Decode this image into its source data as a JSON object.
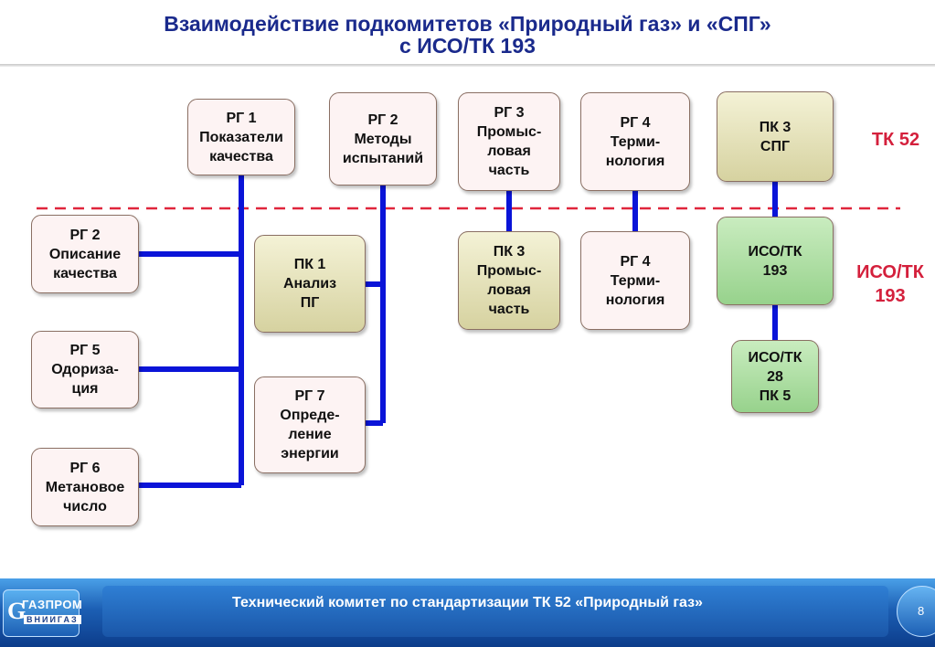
{
  "title": {
    "line1": "Взаимодействие подкомитетов «Природный газ» и «СПГ»",
    "line2": "с ИСО/ТК 193"
  },
  "labels": {
    "tk52": "ТК 52",
    "iso_tk193": "ИСО/ТК\n193"
  },
  "nodes": {
    "rg1_top": "РГ 1\nПоказатели\nкачества",
    "rg2_top": "РГ 2\nМетоды\nиспытаний",
    "rg3_top": "РГ 3\nПромыс-\nловая\nчасть",
    "rg4_top": "РГ 4\nТерми-\nнология",
    "pk3_spg": "ПК 3\nСПГ",
    "rg2_desc": "РГ 2\nОписание\nкачества",
    "rg5_odor": "РГ 5\nОдориза-\nция",
    "rg6_methane": "РГ 6\nМетановое\nчисло",
    "pk1_analysis": "ПК 1\nАнализ\nПГ",
    "rg7_energy": "РГ 7\nОпреде-\nление\nэнергии",
    "pk3_field": "ПК 3\nПромыс-\nловая\nчасть",
    "rg4_term": "РГ 4\nТерми-\nнология",
    "iso_tk193": "ИСО/ТК\n193",
    "iso_tk28": "ИСО/ТК\n28\nПК 5"
  },
  "colors": {
    "connector": "#0a14d8",
    "divider": "#e0263c",
    "accent_label": "#d4203c",
    "title": "#1a2a8c",
    "wg_fill": "#fdf3f3",
    "pk_fill": "#e6e3b8",
    "iso_fill": "#b5e2aa"
  },
  "footer": {
    "text": "Технический комитет по стандартизации ТК 52 «Природный газ»",
    "page_number": "8",
    "logo_text": "ГАЗПРОМ",
    "logo_subtext": "ВНИИГАЗ"
  }
}
